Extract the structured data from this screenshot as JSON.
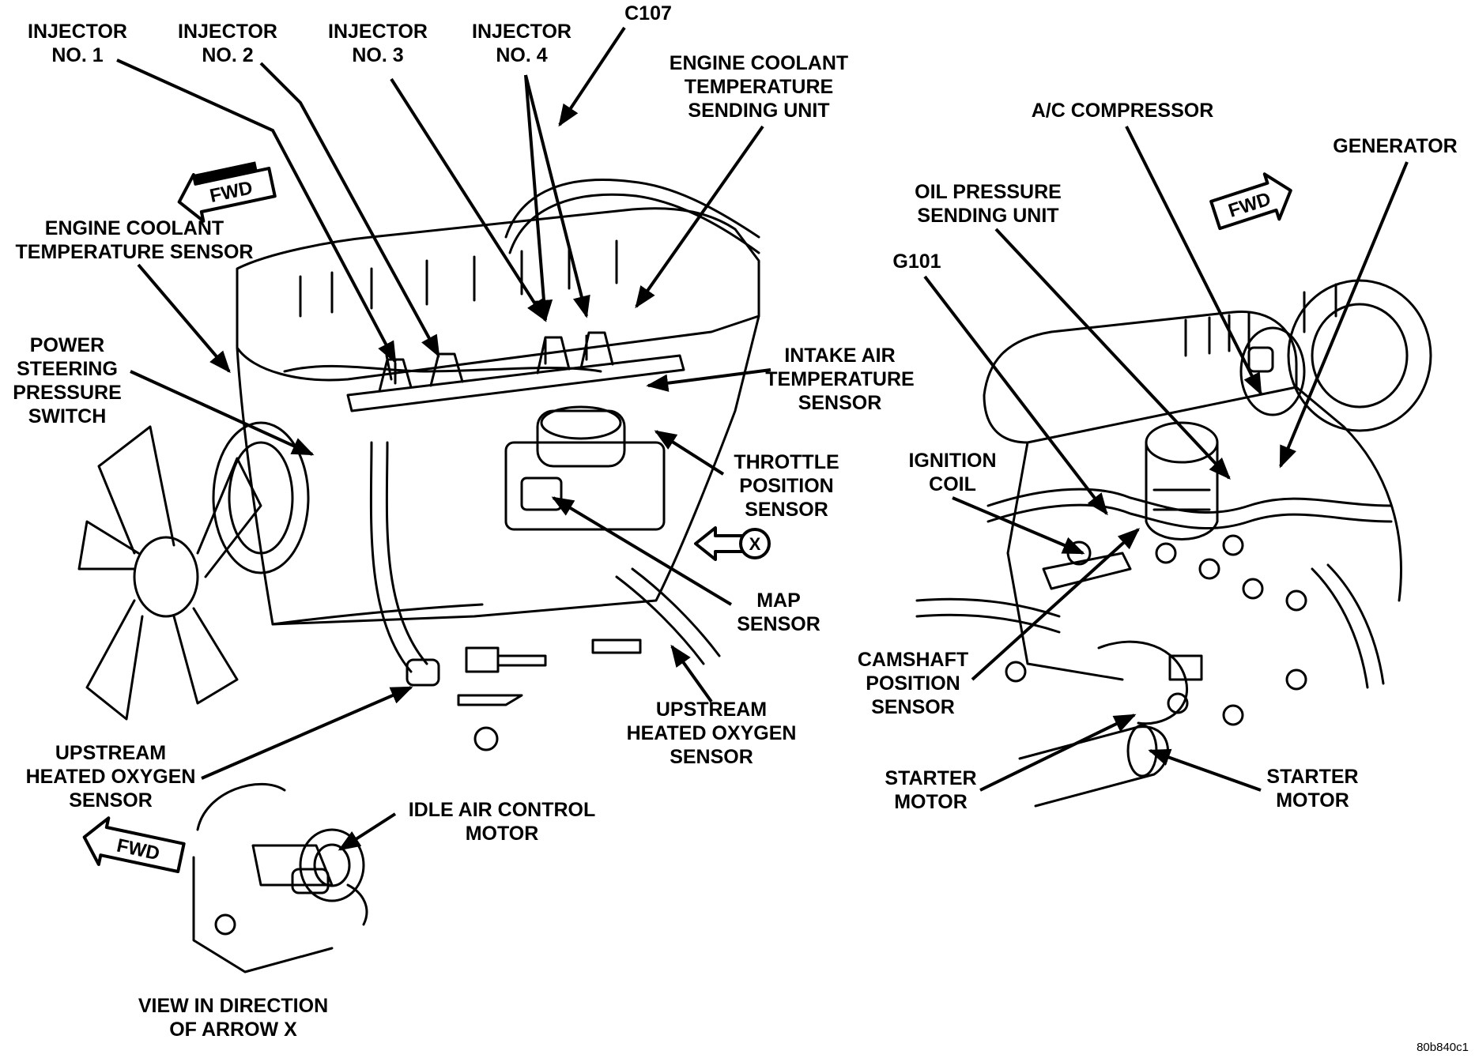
{
  "labels": {
    "injector1": [
      "INJECTOR",
      "NO. 1"
    ],
    "injector2": [
      "INJECTOR",
      "NO. 2"
    ],
    "injector3": [
      "INJECTOR",
      "NO. 3"
    ],
    "injector4": [
      "INJECTOR",
      "NO. 4"
    ],
    "c107": [
      "C107"
    ],
    "ects_unit": [
      "ENGINE COOLANT",
      "TEMPERATURE",
      "SENDING UNIT"
    ],
    "ect_sensor": [
      "ENGINE COOLANT",
      "TEMPERATURE SENSOR"
    ],
    "ps_switch": [
      "POWER",
      "STEERING",
      "PRESSURE",
      "SWITCH"
    ],
    "iat_sensor": [
      "INTAKE AIR",
      "TEMPERATURE",
      "SENSOR"
    ],
    "tps": [
      "THROTTLE",
      "POSITION",
      "SENSOR"
    ],
    "map_sensor": [
      "MAP",
      "SENSOR"
    ],
    "upstream_o2_center": [
      "UPSTREAM",
      "HEATED OXYGEN",
      "SENSOR"
    ],
    "upstream_o2_left": [
      "UPSTREAM",
      "HEATED OXYGEN",
      "SENSOR"
    ],
    "iac_motor": [
      "IDLE AIR CONTROL",
      "MOTOR"
    ],
    "view_caption": [
      "VIEW IN DIRECTION",
      "OF ARROW X"
    ],
    "ac_compressor": [
      "A/C COMPRESSOR"
    ],
    "generator": [
      "GENERATOR"
    ],
    "oil_pressure": [
      "OIL PRESSURE",
      "SENDING UNIT"
    ],
    "g101": [
      "G101"
    ],
    "ignition_coil": [
      "IGNITION",
      "COIL"
    ],
    "cmp_sensor": [
      "CAMSHAFT",
      "POSITION",
      "SENSOR"
    ],
    "starter_left": [
      "STARTER",
      "MOTOR"
    ],
    "starter_right": [
      "STARTER",
      "MOTOR"
    ]
  },
  "fwd_text": "FWD",
  "arrow_x_text": "X",
  "figure_ref": "80b840c1"
}
